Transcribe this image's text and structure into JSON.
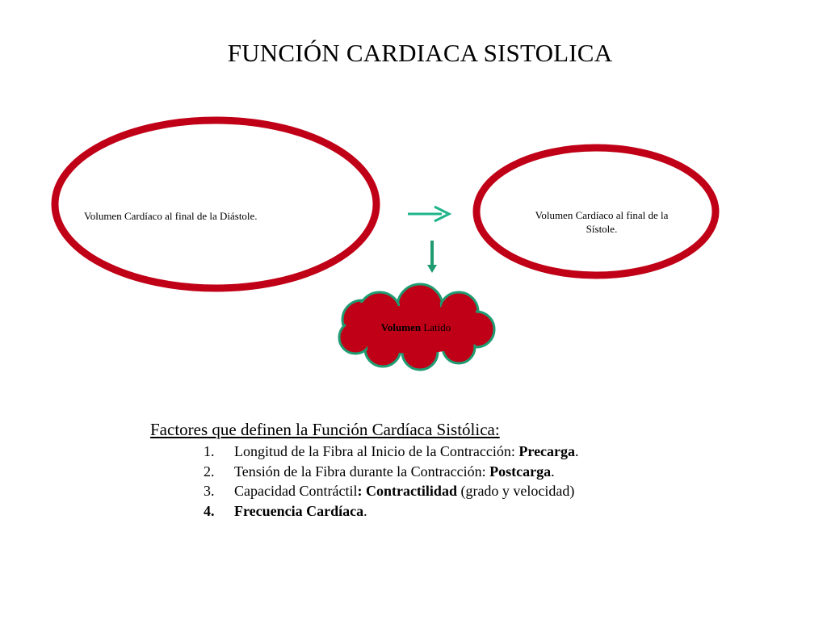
{
  "title": "FUNCIÓN CARDIACA SISTOLICA",
  "nodes": {
    "diastole": "Volumen Cardíaco al final de la  Diástole.",
    "sistole_line1": "Volumen Cardíaco al final de la",
    "sistole_line2": "Sístole.",
    "latido_bold": "Volumen",
    "latido_rest": " Latido"
  },
  "colors": {
    "ellipse_stroke": "#c00016",
    "cloud_fill": "#c00016",
    "cloud_stroke": "#1f9b72",
    "arrow": "#1fb48a"
  },
  "factors": {
    "heading": "Factores que definen la Función Cardíaca Sistólica:",
    "items": [
      {
        "num": "1.",
        "text": "Longitud de la Fibra al Inicio de la Contracción: ",
        "bold": "Precarga",
        "tail": "."
      },
      {
        "num": "2.",
        "text": "Tensión de la Fibra durante la Contracción: ",
        "bold": "Postcarga",
        "tail": "."
      },
      {
        "num": "3.",
        "text": "Capacidad Contráctil",
        "bold": ": Contractilidad",
        "tail": " (grado y velocidad)"
      },
      {
        "num": "4.",
        "text": "",
        "bold": "Frecuencia Cardíaca",
        "tail": "."
      }
    ]
  }
}
